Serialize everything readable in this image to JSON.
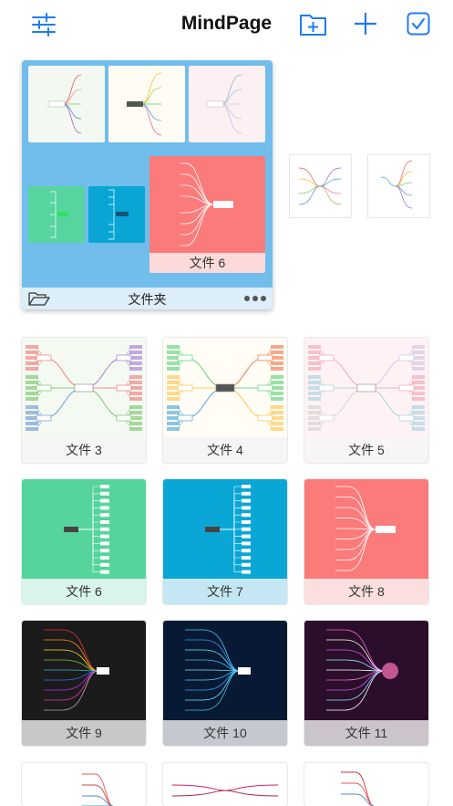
{
  "app": {
    "title": "MindPage"
  },
  "toolbar": {
    "settings_icon": "sliders-icon",
    "new_folder_icon": "folder-plus-icon",
    "add_icon": "plus-icon",
    "select_icon": "checkbox-icon",
    "accent": "#1e7cf2"
  },
  "folder": {
    "label": "文件夹",
    "bg": "#71bdeb",
    "inner_file_label": "文件 6",
    "more_icon": "more-dots-icon",
    "open_icon": "folder-open-icon"
  },
  "files": [
    {
      "label": "文件 3",
      "bg": "#f4faf2",
      "footer": "#f5f5f5",
      "style": "emoji"
    },
    {
      "label": "文件 4",
      "bg": "#fffdf5",
      "footer": "#f5f5f5",
      "style": "emoji-bright"
    },
    {
      "label": "文件 5",
      "bg": "#fff2f4",
      "footer": "#f7f5f5",
      "style": "emoji-pastel"
    },
    {
      "label": "文件 6",
      "bg": "#55d49c",
      "footer": "#d9f4e8",
      "style": "tree"
    },
    {
      "label": "文件 7",
      "bg": "#0aa6d6",
      "footer": "#c5e7f3",
      "style": "tree"
    },
    {
      "label": "文件 8",
      "bg": "#fb7b7a",
      "footer": "#fbdede",
      "style": "fan"
    },
    {
      "label": "文件 9",
      "bg": "#1b1b1b",
      "footer": "#c8c8c8",
      "style": "dark-rainbow"
    },
    {
      "label": "文件 10",
      "bg": "#081a33",
      "footer": "#c5c9cf",
      "style": "dark-blue"
    },
    {
      "label": "文件 11",
      "bg": "#2b0f2a",
      "footer": "#cbc4cb",
      "style": "dark-purple"
    }
  ]
}
